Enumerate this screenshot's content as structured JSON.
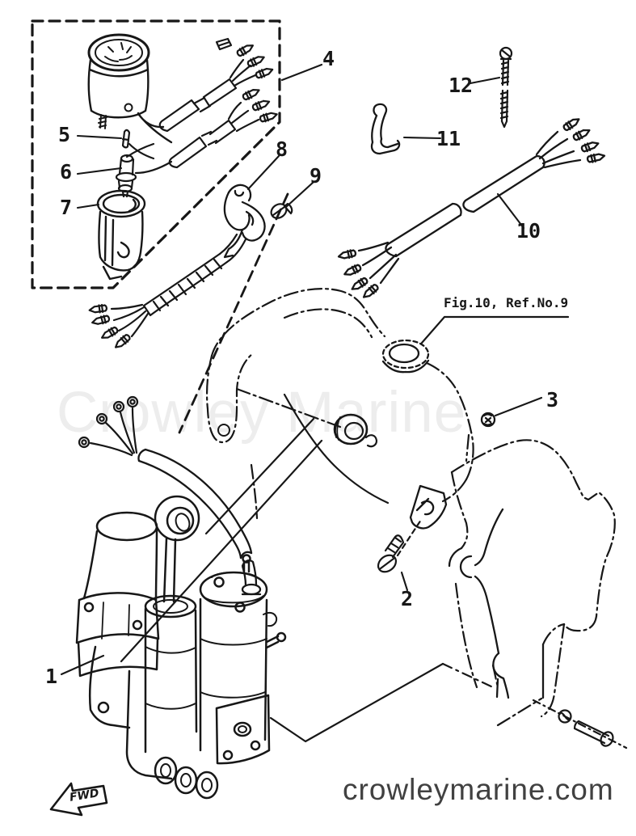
{
  "page": {
    "background": "#ffffff",
    "ink_color": "#171717"
  },
  "watermark": {
    "text": "Crowley Marine",
    "color": "#ededed"
  },
  "footer": {
    "website": "crowleymarine.com",
    "color": "#414141"
  },
  "figure_reference": {
    "label": "Fig.10, Ref.No.9"
  },
  "direction_arrow": {
    "label": "FWD"
  },
  "callouts": [
    {
      "number": "1"
    },
    {
      "number": "2"
    },
    {
      "number": "3"
    },
    {
      "number": "4"
    },
    {
      "number": "5"
    },
    {
      "number": "6"
    },
    {
      "number": "7"
    },
    {
      "number": "8"
    },
    {
      "number": "9"
    },
    {
      "number": "10"
    },
    {
      "number": "11"
    },
    {
      "number": "12"
    }
  ]
}
